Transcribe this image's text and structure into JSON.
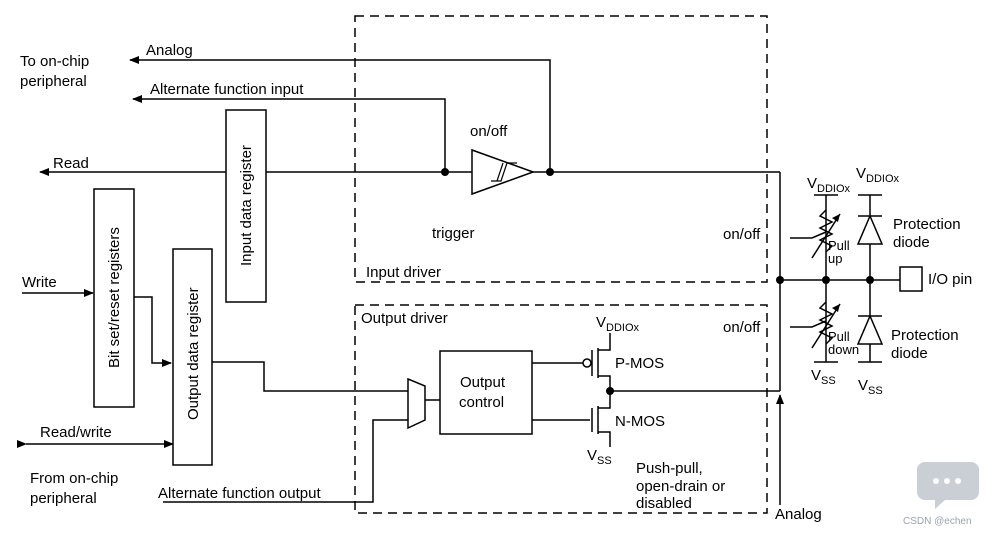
{
  "labels": {
    "to_onchip_line1": "To on-chip",
    "to_onchip_line2": "peripheral",
    "analog_top": "Analog",
    "alt_func_input": "Alternate function input",
    "read": "Read",
    "write": "Write",
    "read_write": "Read/write",
    "from_onchip_line1": "From on-chip",
    "from_onchip_line2": "peripheral",
    "alt_func_output": "Alternate function output",
    "analog_bottom": "Analog",
    "input_data_register": "Input data register",
    "bit_set_reset_registers": "Bit set/reset registers",
    "output_data_register": "Output data register",
    "on_off_trigger": "on/off",
    "trigger": "trigger",
    "input_driver": "Input driver",
    "output_driver": "Output driver",
    "on_off_pullup": "on/off",
    "on_off_pulldown": "on/off",
    "output_control_line1": "Output",
    "output_control_line2": "control",
    "pmos": "P-MOS",
    "nmos": "N-MOS",
    "vdd_main": "V",
    "vdd_sub": "DDIOx",
    "vss_main": "V",
    "vss_sub": "SS",
    "push_pull_line1": "Push-pull,",
    "push_pull_line2": "open-drain or",
    "push_pull_line3": "disabled",
    "pull_up_line1": "Pull",
    "pull_up_line2": "up",
    "pull_down_line1": "Pull",
    "pull_down_line2": "down",
    "protection_diode_line1": "Protection",
    "protection_diode_line2": "diode",
    "io_pin": "I/O pin",
    "watermark": "CSDN @echen"
  }
}
